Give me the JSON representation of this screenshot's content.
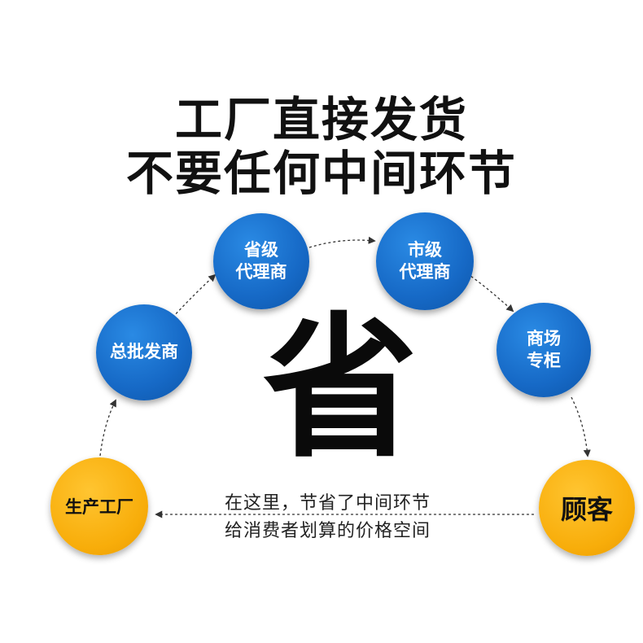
{
  "header": {
    "line1": "工厂直接发货",
    "line2": "不要任何中间环节"
  },
  "nodes": {
    "provincial": {
      "line1": "省级",
      "line2": "代理商"
    },
    "city": {
      "line1": "市级",
      "line2": "代理商"
    },
    "wholesale": {
      "label": "总批发商"
    },
    "mall": {
      "line1": "商场",
      "line2": "专柜"
    },
    "factory": {
      "label": "生产工厂"
    },
    "customer": {
      "label": "顾客"
    }
  },
  "center": {
    "char": "省"
  },
  "caption": {
    "line1": "在这里，节省了中间环节",
    "line2": "给消费者划算的价格空间"
  },
  "colors": {
    "node_blue": "#1669c6",
    "node_yellow": "#f8ad0a",
    "arrow": "#333333",
    "text": "#111111"
  }
}
